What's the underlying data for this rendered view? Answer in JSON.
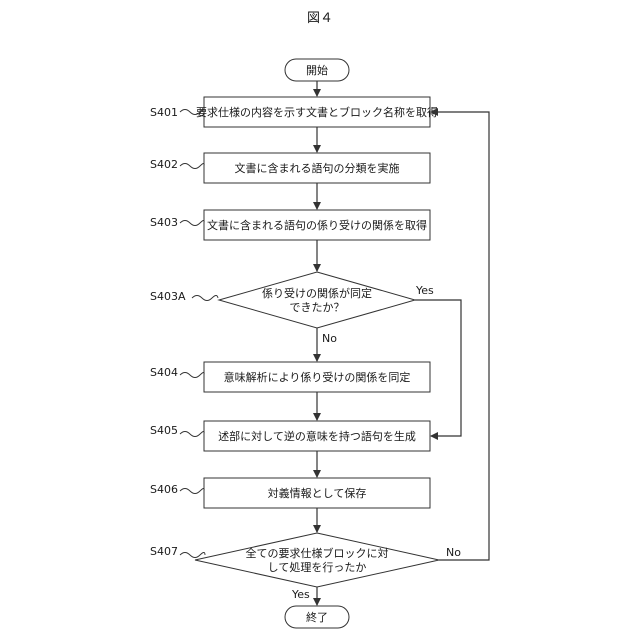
{
  "figure": {
    "title": "図４"
  },
  "start": {
    "label": "開始"
  },
  "end": {
    "label": "終了"
  },
  "steps": [
    {
      "id": "S401",
      "text": "要求仕様の内容を示す文書とブロック名称を取得"
    },
    {
      "id": "S402",
      "text": "文書に含まれる語句の分類を実施"
    },
    {
      "id": "S403",
      "text": "文書に含まれる語句の係り受けの関係を取得"
    },
    {
      "id": "S403A",
      "line1": "係り受けの関係が同定",
      "line2": "できたか？"
    },
    {
      "id": "S404",
      "text": "意味解析により係り受けの関係を同定"
    },
    {
      "id": "S405",
      "text": "述部に対して逆の意味を持つ語句を生成"
    },
    {
      "id": "S406",
      "text": "対義情報として保存"
    },
    {
      "id": "S407",
      "line1": "全ての要求仕様ブロックに対",
      "line2": "して処理を行ったか"
    }
  ],
  "branches": {
    "s403a_yes": "Yes",
    "s403a_no": "No",
    "s407_yes": "Yes",
    "s407_no": "No"
  }
}
